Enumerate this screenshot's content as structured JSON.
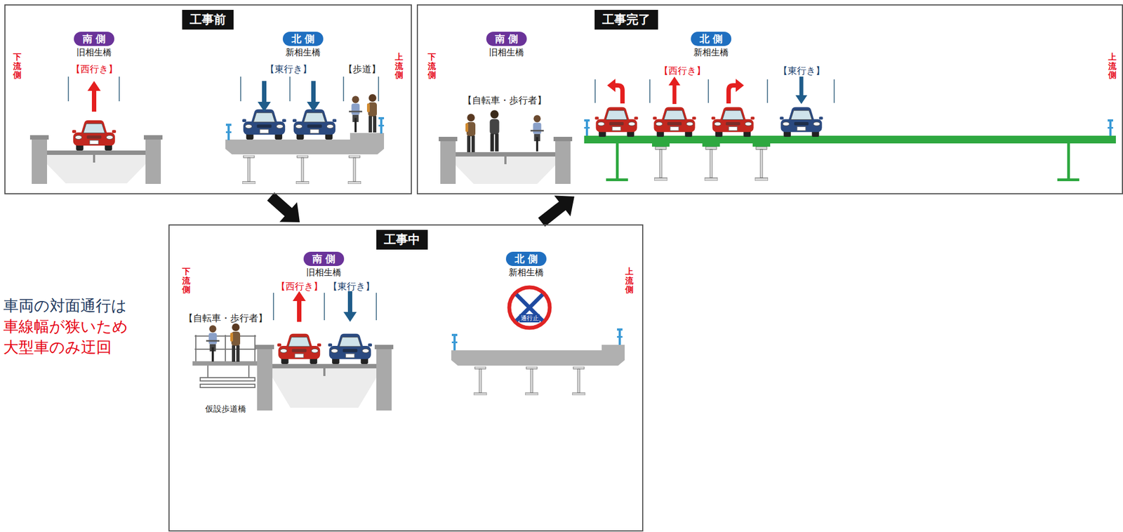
{
  "diagram": {
    "nodes": [
      {
        "text": [
          "工事前"
        ]
      },
      {
        "text": [
          "南 側",
          "旧相生橋"
        ],
        "in": 0
      },
      {
        "text": [
          "北 側",
          "新相生橋"
        ],
        "in": 0
      },
      {
        "text": [
          "工事完了"
        ]
      },
      {
        "text": [
          "南 側",
          "旧相生橋"
        ],
        "in": 3
      },
      {
        "text": [
          "北 側",
          "新相生橋"
        ],
        "in": 3
      },
      {
        "text": [
          "工事中"
        ]
      },
      {
        "text": [
          "南 側",
          "旧相生橋"
        ],
        "in": 6
      },
      {
        "text": [
          "北 側",
          "新相生橋"
        ],
        "in": 6
      },
      {
        "text": [
          "通行止"
        ],
        "in": 6
      }
    ],
    "edges": [
      {
        "from": 0,
        "to": 6,
        "arrow": "to"
      },
      {
        "from": 6,
        "to": 3,
        "arrow": "to"
      }
    ],
    "labels": [
      "下流側",
      "【西行き】",
      "【東行き】",
      "【歩道】",
      "上流側",
      "下流側",
      "【自転車・歩行者】",
      "【西行き】",
      "【東行き】",
      "上流側",
      "車両の対面通行は",
      "車線幅が狭いため",
      "大型車のみ迂回",
      "下流側",
      "【西行き】",
      "【東行き】",
      "【自転車・歩行者】",
      "仮設歩道橋",
      "上流側"
    ]
  }
}
